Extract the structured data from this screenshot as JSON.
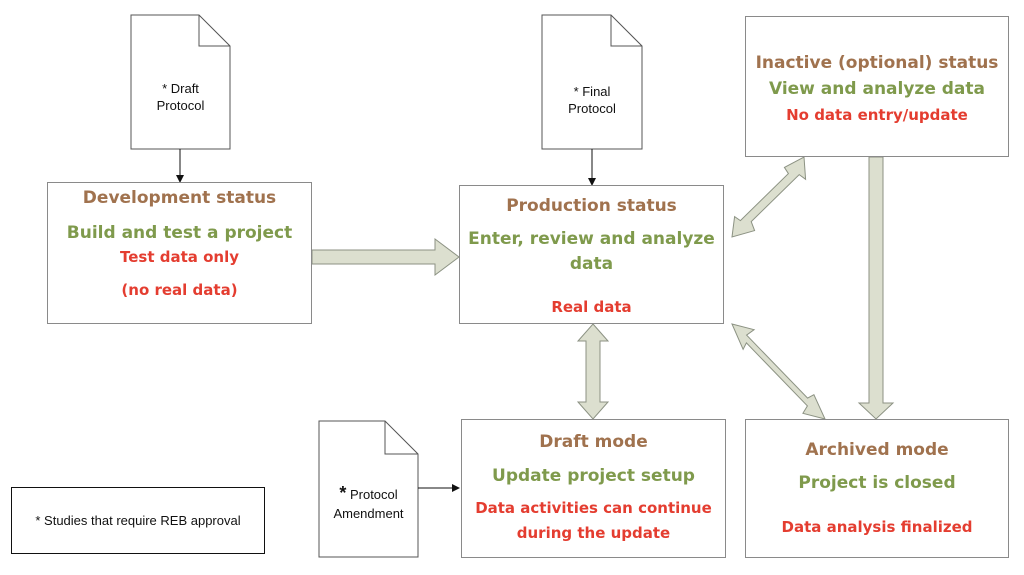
{
  "documents": {
    "draft_protocol": {
      "line1": "* Draft",
      "line2": "Protocol"
    },
    "final_protocol": {
      "line1": "* Final",
      "line2": "Protocol"
    },
    "protocol_amendment": {
      "star": "*",
      "line1": "Protocol",
      "line2": "Amendment"
    }
  },
  "boxes": {
    "development": {
      "title": "Development status",
      "subtitle": "Build and test a project",
      "detail1": "Test data only",
      "detail2": "(no real data)"
    },
    "production": {
      "title": "Production status",
      "subtitle1": "Enter, review and analyze",
      "subtitle2": "data",
      "detail": "Real data"
    },
    "inactive": {
      "title": "Inactive (optional) status",
      "subtitle": "View and analyze data",
      "detail": "No data entry/update"
    },
    "draft_mode": {
      "title": "Draft mode",
      "subtitle": "Update project setup",
      "detail1": "Data activities can continue",
      "detail2": "during the update"
    },
    "archived": {
      "title": "Archived mode",
      "subtitle": "Project is closed",
      "detail": "Data analysis finalized"
    }
  },
  "footnote": "* Studies that require REB approval",
  "colors": {
    "title": "#a0724e",
    "subtitle": "#7f9a4c",
    "detail": "#e43d30",
    "arrow_fill": "#dcdfcf",
    "arrow_stroke": "#8c9283"
  }
}
